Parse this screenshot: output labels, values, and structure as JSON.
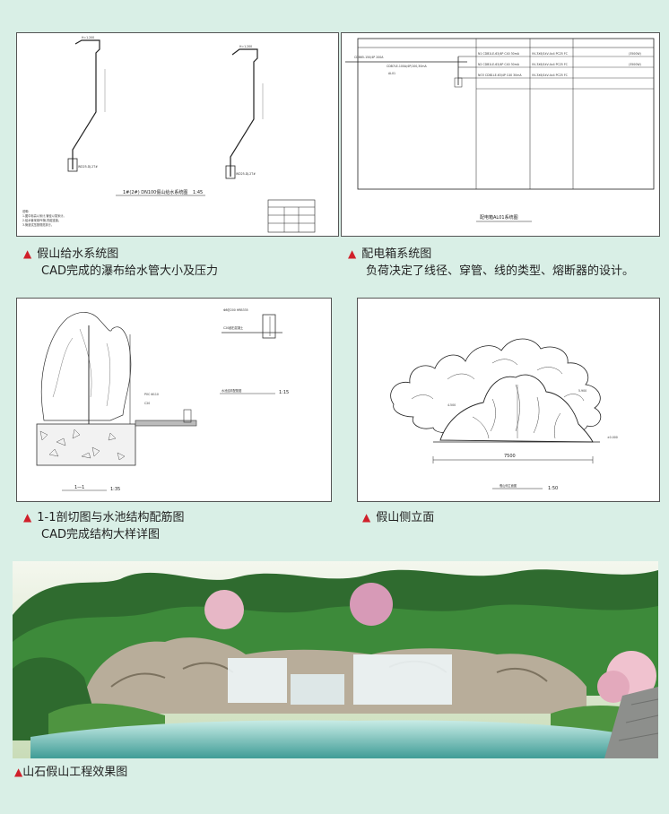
{
  "panels": {
    "water_supply": {
      "drawing_title": "1#(2#) DN100假山给水系统图",
      "drawing_scale": "1:45",
      "caption_title": "假山给水系统图",
      "caption_sub": "CAD完成的瀑布给水管大小及压力"
    },
    "distribution": {
      "drawing_title": "配电箱AL01系统图",
      "caption_title": "配电箱系统图",
      "caption_sub": "负荷决定了线径、穿管、线的类型、熔断器的设计。"
    },
    "section": {
      "drawing_title": "1—1",
      "drawing_scale": "1:35",
      "detail_scale": "1:15",
      "caption_title": "1-1剖切图与水池结构配筋图",
      "caption_sub": "CAD完成结构大样详图"
    },
    "elevation": {
      "dimension": "7500",
      "drawing_scale": "1:50",
      "caption_title": "假山侧立面"
    },
    "render": {
      "caption_title": "山石假山工程效果图"
    }
  },
  "colors": {
    "background": "#d9efe6",
    "accent": "#d0202a"
  }
}
